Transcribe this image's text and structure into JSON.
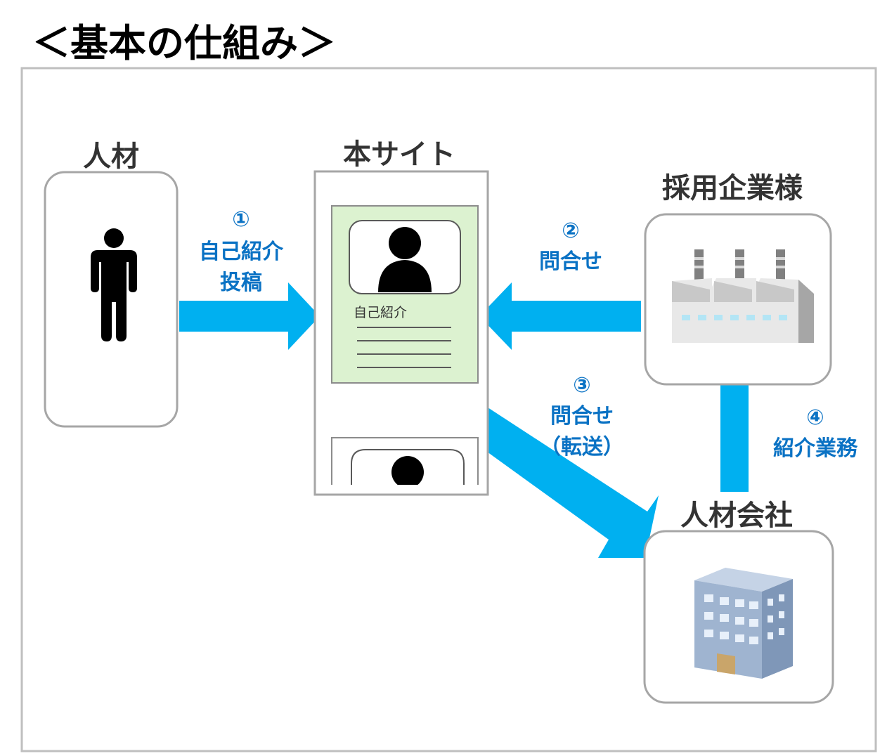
{
  "title": "＜基本の仕組み＞",
  "nodes": {
    "jinzai": "人材",
    "site": "本サイト",
    "company": "採用企業様",
    "agency": "人材会社"
  },
  "profile_card": {
    "label": "自己紹介"
  },
  "steps": {
    "s1": {
      "num": "①",
      "line1": "自己紹介",
      "line2": "投稿"
    },
    "s2": {
      "num": "②",
      "line1": "問合せ"
    },
    "s3": {
      "num": "③",
      "line1": "問合せ",
      "line2": "（転送）"
    },
    "s4": {
      "num": "④",
      "line1": "紹介業務"
    }
  },
  "colors": {
    "arrow": "#00b0f0",
    "step_text": "#0a72c4",
    "card_fill": "#dcf2d0",
    "box_stroke": "#a6a6a6",
    "frame_stroke": "#bfbfbf"
  },
  "icons": {
    "person": "person-icon",
    "profile": "user-silhouette-icon",
    "factory": "factory-icon",
    "building": "office-building-icon"
  }
}
